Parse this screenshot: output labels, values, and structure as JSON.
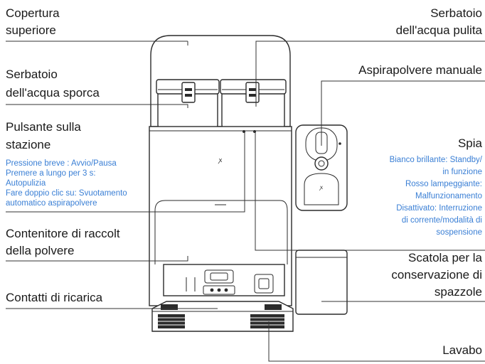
{
  "labels": {
    "top_cover": [
      "Copertura",
      "superiore"
    ],
    "clean_tank": [
      "Serbatoio",
      "dell'acqua pulita"
    ],
    "dirty_tank": [
      "Serbatoio",
      "dell'acqua sporca"
    ],
    "handheld_vacuum": "Aspirapolvere manuale",
    "station_button": [
      "Pulsante sulla",
      "stazione"
    ],
    "station_button_desc": [
      "Pressione breve : Avvio/Pausa",
      "Premere a lungo per 3 s:",
      "Autopulizia",
      "Fare doppio clic su: Svuotamento",
      "automatico aspirapolvere"
    ],
    "indicator": "Spia",
    "indicator_desc": [
      "Bianco brillante: Standby/",
      "in funzione",
      "Rosso lampeggiante:",
      "Malfunzionamento",
      "Disattivato: Interruzione",
      "di corrente/modalità di",
      "sospensione"
    ],
    "dust_container": [
      "Contenitore di raccolt",
      "della polvere"
    ],
    "brush_box": [
      "Scatola per la",
      "conservazione di",
      "spazzole"
    ],
    "charging_contacts": "Contatti di ricarica",
    "sink": "Lavabo"
  }
}
